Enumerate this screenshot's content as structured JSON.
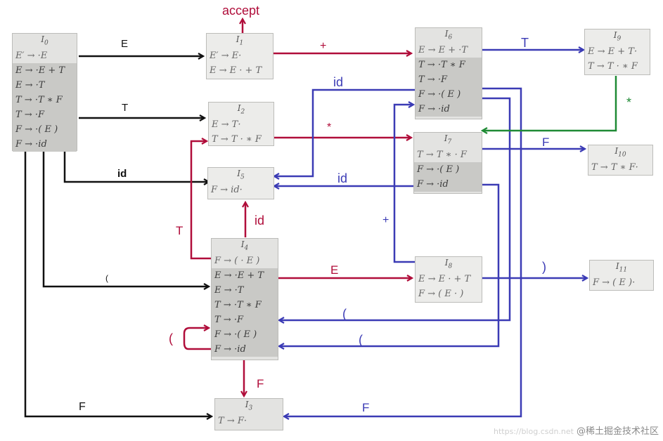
{
  "states": [
    {
      "id": "I0",
      "title": "I",
      "sub": "0",
      "kernel": [
        "E′ → ·E"
      ],
      "closure": [
        "E → ·E + T",
        "E → ·T",
        "T → ·T ∗ F",
        "T → ·F",
        "F → ·( E )",
        "F → ·id"
      ]
    },
    {
      "id": "I1",
      "title": "I",
      "sub": "1",
      "kernel": [
        "E′ → E·",
        "E → E · + T"
      ],
      "closure": []
    },
    {
      "id": "I2",
      "title": "I",
      "sub": "2",
      "kernel": [
        "E → T·",
        "T → T · ∗ F"
      ],
      "closure": []
    },
    {
      "id": "I3",
      "title": "I",
      "sub": "3",
      "kernel": [
        "T → F·"
      ],
      "closure": []
    },
    {
      "id": "I4",
      "title": "I",
      "sub": "4",
      "kernel": [
        "F → ( · E )"
      ],
      "closure": [
        "E → ·E + T",
        "E → ·T",
        "T → ·T ∗ F",
        "T → ·F",
        "F → ·( E )",
        "F → ·id"
      ]
    },
    {
      "id": "I5",
      "title": "I",
      "sub": "5",
      "kernel": [
        "F → id·"
      ],
      "closure": []
    },
    {
      "id": "I6",
      "title": "I",
      "sub": "6",
      "kernel": [
        "E → E + ·T"
      ],
      "closure": [
        "T → ·T ∗ F",
        "T → ·F",
        "F → ·( E )",
        "F → ·id"
      ]
    },
    {
      "id": "I7",
      "title": "I",
      "sub": "7",
      "kernel": [
        "T → T ∗ · F"
      ],
      "closure": [
        "F → ·( E )",
        "F → ·id"
      ]
    },
    {
      "id": "I8",
      "title": "I",
      "sub": "8",
      "kernel": [
        "E → E · + T",
        "F → ( E · )"
      ],
      "closure": []
    },
    {
      "id": "I9",
      "title": "I",
      "sub": "9",
      "kernel": [
        "E → E + T·",
        "T → T · ∗ F"
      ],
      "closure": []
    },
    {
      "id": "I10",
      "title": "I",
      "sub": "10",
      "kernel": [
        "T → T ∗ F·"
      ],
      "closure": []
    },
    {
      "id": "I11",
      "title": "I",
      "sub": "11",
      "kernel": [
        "F → ( E )·"
      ],
      "closure": []
    }
  ],
  "labels": {
    "accept": "accept",
    "e0_1": "E",
    "e0_2": "T",
    "e0_5": "id",
    "e0_4": "(",
    "e0_3": "F",
    "e1_6": "+",
    "e2_7": "*",
    "e4_2": "T",
    "e4_5": "id",
    "e4_8": "E",
    "e4_4": "(",
    "e4_3": "F",
    "e6_9": "T",
    "e6_5": "id",
    "e6_4": "(",
    "e6_3": "F",
    "e7_10": "F",
    "e7_5": "id",
    "e7_4": "(",
    "e8_6": "+",
    "e8_11": ")",
    "e9_7": "*"
  },
  "watermark": {
    "url": "https://blog.csdn.net",
    "text": "@稀土掘金技术社区"
  },
  "colors": {
    "black": "#111111",
    "red": "#b00d3a",
    "blue": "#3b3bb5",
    "green": "#1f8a35"
  }
}
